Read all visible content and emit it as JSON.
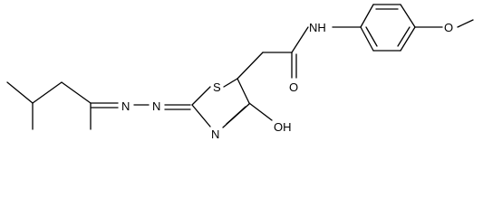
{
  "structure": {
    "atom_labels": {
      "amide_nh": "NH",
      "methoxy_o": "O",
      "ring_s": "S",
      "carbonyl_o": "O",
      "azo_n1": "N",
      "azo_n2": "N",
      "ring_n": "N",
      "hydroxyl": "OH"
    },
    "colors": {
      "ink": "#000000",
      "background": "#ffffff"
    }
  }
}
